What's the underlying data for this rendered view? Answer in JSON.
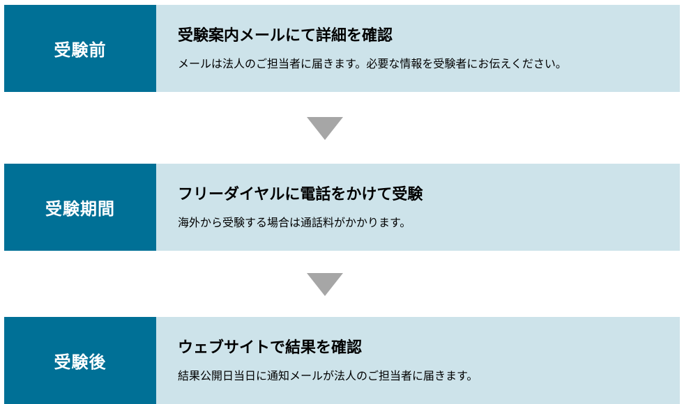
{
  "steps": [
    {
      "label": "受験前",
      "heading": "受験案内メールにて詳細を確認",
      "description": "メールは法人のご担当者に届きます。必要な情報を受験者にお伝えください。"
    },
    {
      "label": "受験期間",
      "heading": "フリーダイヤルに電話をかけて受験",
      "description": "海外から受験する場合は通話料がかかります。"
    },
    {
      "label": "受験後",
      "heading": "ウェブサイトで結果を確認",
      "description": "結果公開日当日に通知メールが法人のご担当者に届きます。"
    }
  ],
  "colors": {
    "label_background": "#007096",
    "body_background": "#cde3ea",
    "arrow": "#a6a6a6"
  },
  "icons": {
    "connector": "down-triangle-icon"
  }
}
